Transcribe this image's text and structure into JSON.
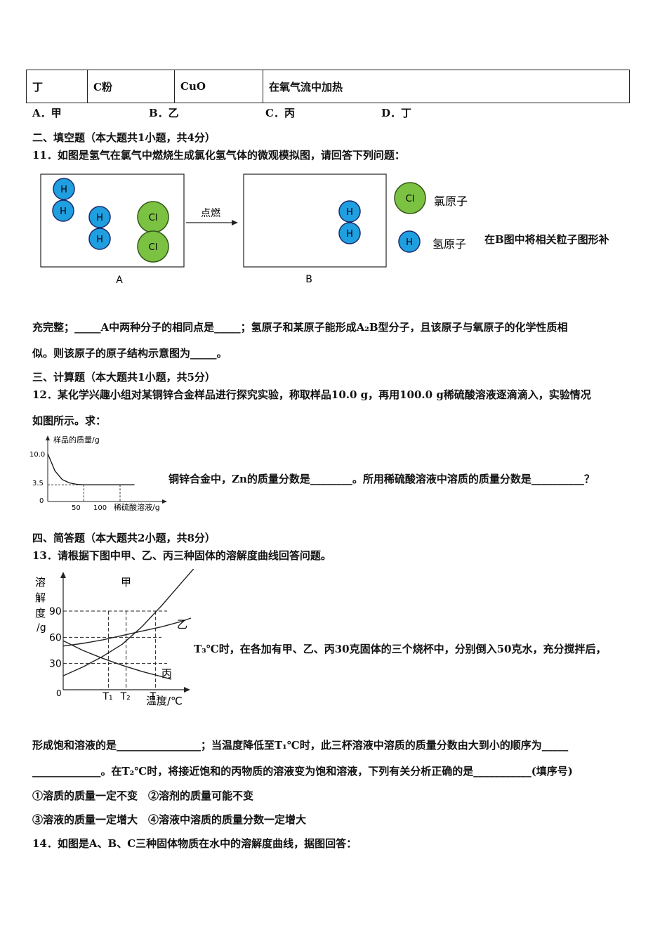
{
  "table_row": [
    "丁",
    "C粉",
    "CuO",
    "在氧气流中加热"
  ],
  "options": [
    "A．甲",
    "B．乙",
    "C．丙",
    "D．丁"
  ],
  "sec2": "二、填空题（本大题共1小题，共4分）",
  "q11": "11．如图是氢气在氯气中燃烧生成氯化氢气体的微观模拟图，请回答下列问题：",
  "fig11": {
    "atom_h": "H",
    "atom_cl": "Cl",
    "arrow_label": "点燃",
    "label_a": "A",
    "label_b": "B",
    "legend_cl": "氯原子",
    "legend_h": "氢原子",
    "side_text": "在B图中将相关粒子图形补"
  },
  "q11_line2": "充完整；_____A中两种分子的相同点是_____；氢原子和某原子能形成A₂B型分子，且该原子与氧原子的化学性质相",
  "q11_line3": "似。则该原子的原子结构示意图为_____。",
  "sec3": "三、计算题（本大题共1小题，共5分）",
  "q12": "12．某化学兴趣小组对某铜锌合金样品进行探究实验，称取样品10.0 g，再用100.0 g稀硫酸溶液逐滴滴入，实验情况",
  "q12_line2": "如图所示。求：",
  "q12_side": "铜锌合金中，Zn的质量分数是________。所用稀硫酸溶液中溶质的质量分数是__________？",
  "chart12": {
    "type": "line",
    "ylabel": "样品的质量/g",
    "xlabel": "稀硫酸溶液/g",
    "y_ticks": [
      "10.0",
      "3.5",
      "0"
    ],
    "x_ticks": [
      "50",
      "100"
    ],
    "points": [
      [
        0,
        10.0
      ],
      [
        10,
        6.4
      ],
      [
        20,
        4.6
      ],
      [
        30,
        3.9
      ],
      [
        40,
        3.6
      ],
      [
        50,
        3.5
      ],
      [
        100,
        3.5
      ],
      [
        120,
        3.5
      ]
    ]
  },
  "sec4": "四、简答题（本大题共2小题，共8分）",
  "q13": "13．请根据下图中甲、乙、丙三种固体的溶解度曲线回答问题。",
  "chart13": {
    "type": "line",
    "ylabel": [
      "溶",
      "解",
      "度",
      "/g"
    ],
    "xlabel": "温度/℃",
    "origin": "0",
    "y_ticks": [
      "90",
      "60",
      "30"
    ],
    "x_ticks": [
      "T₁",
      "T₂",
      "T₃"
    ],
    "series": [
      {
        "name": "甲",
        "points": [
          [
            0,
            16
          ],
          [
            1,
            26
          ],
          [
            2,
            38
          ],
          [
            3,
            52
          ],
          [
            4,
            72
          ],
          [
            5,
            96
          ],
          [
            6,
            122
          ],
          [
            6.7,
            140
          ]
        ]
      },
      {
        "name": "乙",
        "points": [
          [
            0,
            50
          ],
          [
            1,
            53
          ],
          [
            2,
            57
          ],
          [
            3,
            62
          ],
          [
            4,
            67
          ],
          [
            5,
            72
          ],
          [
            6,
            78
          ],
          [
            6.5,
            82
          ]
        ]
      },
      {
        "name": "丙",
        "points": [
          [
            0,
            56
          ],
          [
            1,
            45
          ],
          [
            2,
            36
          ],
          [
            3,
            28
          ],
          [
            4,
            21
          ],
          [
            5,
            15
          ],
          [
            5.5,
            12
          ]
        ]
      }
    ]
  },
  "q13_side": "T₃℃时，在各加有甲、乙、丙30克固体的三个烧杯中，分别倒入50克水，充分搅拌后，",
  "q13_line2": "形成饱和溶液的是________________；当温度降低至T₁℃时，此三杯溶液中溶质的质量分数由大到小的顺序为_____",
  "q13_line3": "_____________。在T₂℃时，将接近饱和的丙物质的溶液变为饱和溶液，下列有关分析正确的是___________(填序号)",
  "q13_opt1": "①溶质的质量一定不变　②溶剂的质量可能不变",
  "q13_opt2": "③溶液的质量一定增大　④溶液中溶质的质量分数一定增大",
  "q14": "14．如图是A、B、C三种固体物质在水中的溶解度曲线，据图回答："
}
